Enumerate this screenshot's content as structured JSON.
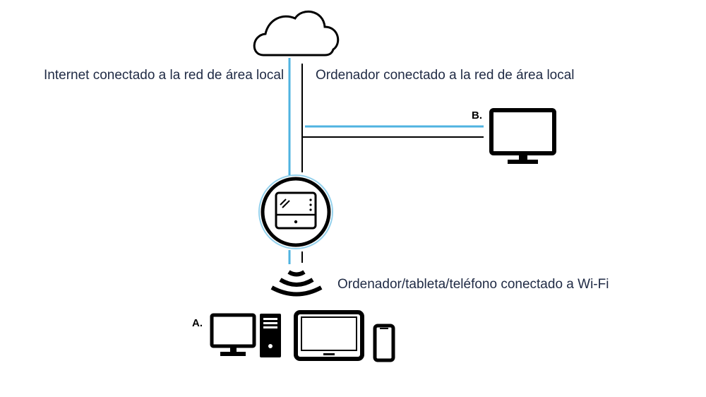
{
  "labels": {
    "internet_lan": "Internet conectado a la red de área local",
    "computer_lan": "Ordenador conectado a la red de área local",
    "wifi_devices": "Ordenador/tableta/teléfono conectado a Wi-Fi"
  },
  "markers": {
    "a": "A.",
    "b": "B."
  },
  "icons": {
    "cloud": "cloud-icon",
    "router": "router-icon",
    "monitor": "monitor-icon",
    "wifi": "wifi-signal-icon",
    "desktop": "desktop-computer-icon",
    "tower": "pc-tower-icon",
    "tablet": "tablet-icon",
    "phone": "phone-icon"
  },
  "colors": {
    "blue_line": "#4fb3e0",
    "black_line": "#000000",
    "text": "#1f2a44"
  }
}
